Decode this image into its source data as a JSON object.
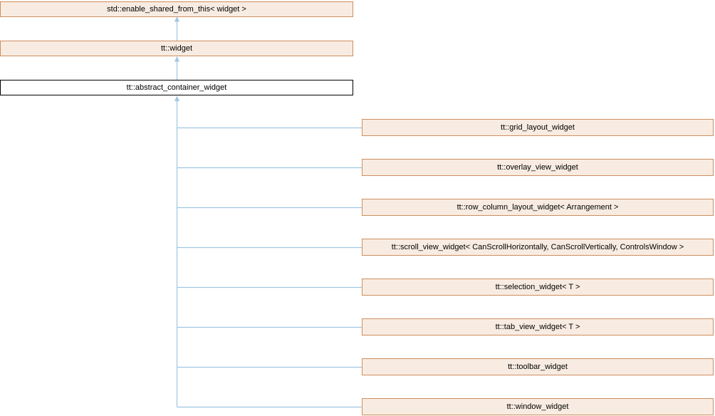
{
  "diagram": {
    "kind": "inheritance-graph",
    "ancestors": [
      {
        "label": "std::enable_shared_from_this< widget >",
        "current": false
      },
      {
        "label": "tt::widget",
        "current": false
      },
      {
        "label": "tt::abstract_container_widget",
        "current": true
      }
    ],
    "children": [
      {
        "label": "tt::grid_layout_widget"
      },
      {
        "label": "tt::overlay_view_widget"
      },
      {
        "label": "tt::row_column_layout_widget< Arrangement >"
      },
      {
        "label": "tt::scroll_view_widget< CanScrollHorizontally, CanScrollVertically, ControlsWindow >"
      },
      {
        "label": "tt::selection_widget< T >"
      },
      {
        "label": "tt::tab_view_widget< T >"
      },
      {
        "label": "tt::toolbar_widget"
      },
      {
        "label": "tt::window_widget"
      }
    ],
    "colors": {
      "background": "#FFFFFF",
      "node_fill": "#F8ECE2",
      "node_border": "#CE8E5D",
      "current_fill": "#FFFFFF",
      "current_border": "#000000",
      "edge": "#9FC7E2",
      "text": "#000000"
    }
  }
}
